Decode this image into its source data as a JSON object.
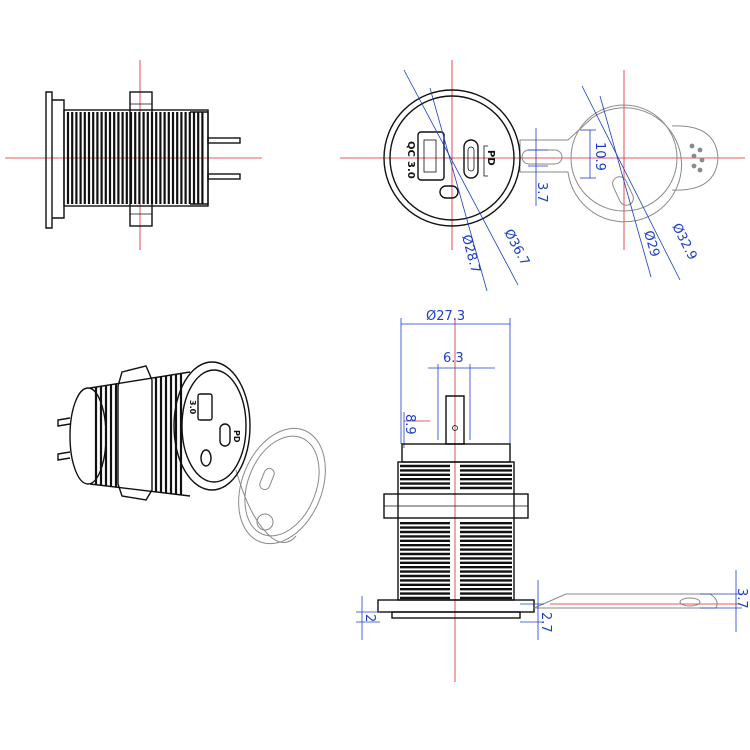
{
  "colors": {
    "dimension": "#1a3fc8",
    "centerline": "#e02020",
    "outline": "#111111",
    "cap": "#8a8a8a"
  },
  "port_labels": {
    "qc": "QC",
    "qc_version": "3.0",
    "pd": "PD"
  },
  "dimensions": {
    "d28_7": "Ø28.7",
    "d36_7": "Ø36.7",
    "d29": "Ø29",
    "d32_9": "Ø32.9",
    "h10_9": "10.9",
    "h3_7_top": "3.7",
    "w27_3": "Ø27.3",
    "w6_3": "6.3",
    "h8_9": "8.9",
    "h2": "2",
    "h2_7": "2.7",
    "h3_7_cap": "3.7"
  }
}
